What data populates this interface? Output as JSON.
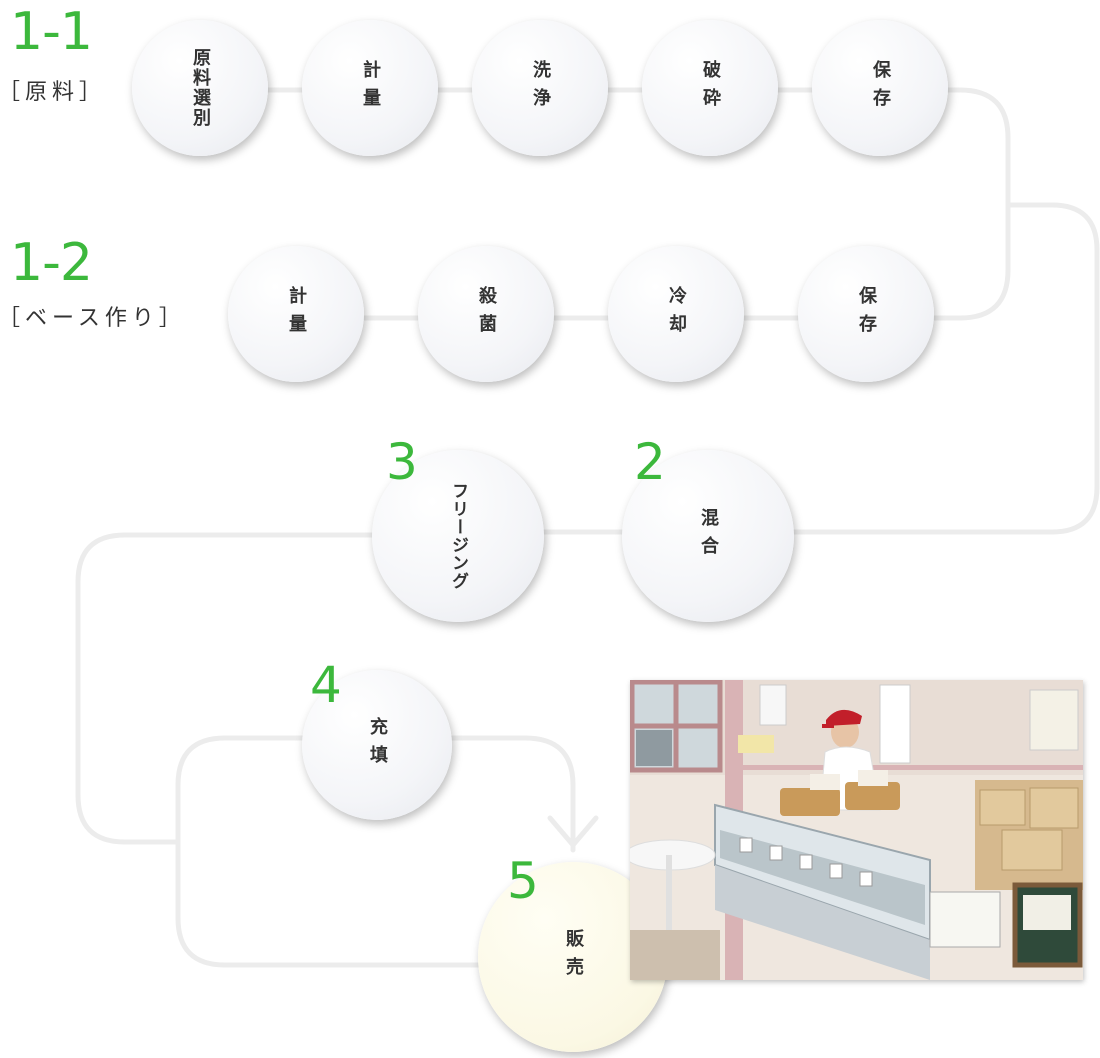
{
  "stage_1_1": {
    "number": "1-1",
    "label": "［原料］",
    "steps": [
      "原料選別",
      "計量",
      "洗浄",
      "破砕",
      "保存"
    ]
  },
  "stage_1_2": {
    "number": "1-2",
    "label": "［ベース作り］",
    "steps": [
      "計量",
      "殺菌",
      "冷却",
      "保存"
    ]
  },
  "stage_2": {
    "number": "2",
    "step": "混合"
  },
  "stage_3": {
    "number": "3",
    "step": "フリージング"
  },
  "stage_4": {
    "number": "4",
    "step": "充填"
  },
  "stage_5": {
    "number": "5",
    "step": "販売"
  },
  "colors": {
    "accent": "#3cb83c",
    "line": "#ececec",
    "text": "#333333",
    "final_circle": "#fbf8e4"
  }
}
